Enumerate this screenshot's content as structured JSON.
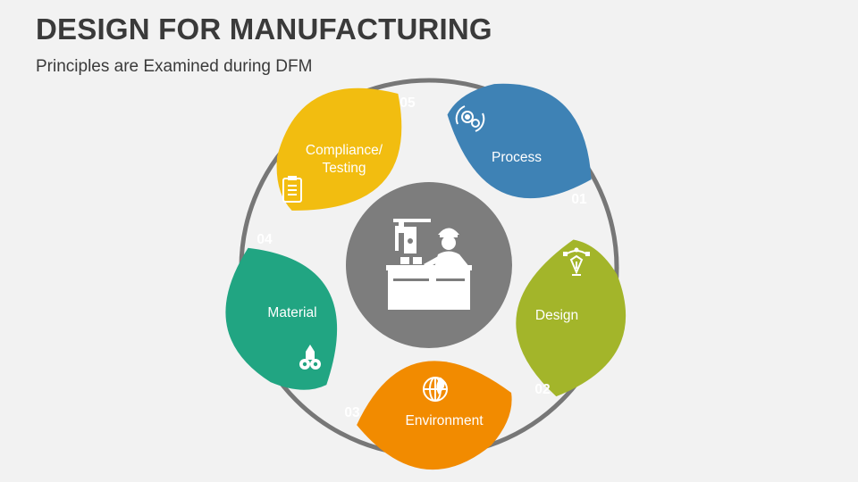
{
  "title": "DESIGN FOR MANUFACTURING",
  "subtitle": "Principles are Examined during DFM",
  "segments": [
    {
      "number": "01",
      "label_lines": [
        "Process"
      ],
      "icon": "gears-cycle-icon",
      "color": "#3e82b5",
      "dark_color": "#2b6690"
    },
    {
      "number": "02",
      "label_lines": [
        "Design"
      ],
      "icon": "pen-tool-icon",
      "color": "#a3b52a",
      "dark_color": "#7f8f19"
    },
    {
      "number": "03",
      "label_lines": [
        "Environment"
      ],
      "icon": "eco-globe-icon",
      "color": "#f28b00",
      "dark_color": "#c26b00"
    },
    {
      "number": "04",
      "label_lines": [
        "Material"
      ],
      "icon": "material-stack-icon",
      "color": "#21a582",
      "dark_color": "#16805f"
    },
    {
      "number": "05",
      "label_lines": [
        "Compliance/",
        "Testing"
      ],
      "icon": "checklist-icon",
      "color": "#f2bd10",
      "dark_color": "#c99800"
    }
  ],
  "center_icon": "factory-worker-icon",
  "colors": {
    "ring": "#777777",
    "center": "#7d7d7d",
    "background": "#f2f2f2",
    "text_dark": "#3a3a3a"
  }
}
